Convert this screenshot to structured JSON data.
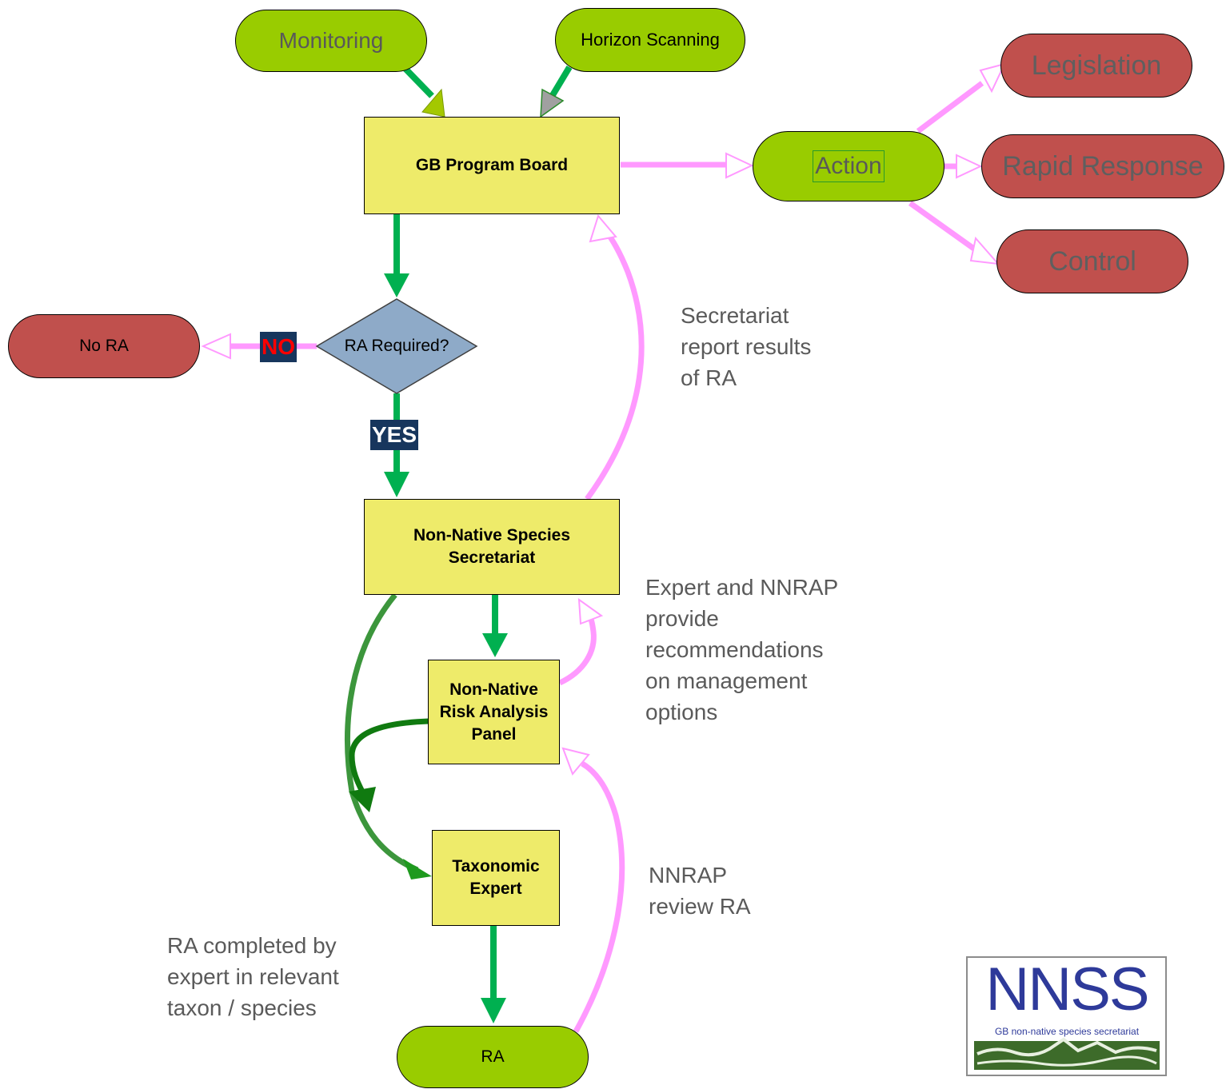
{
  "nodes": {
    "monitoring": "Monitoring",
    "horizon_scanning": "Horizon Scanning",
    "gb_program_board": "GB Program Board",
    "action": "Action",
    "legislation": "Legislation",
    "rapid_response": "Rapid Response",
    "control": "Control",
    "no_ra": "No RA",
    "ra_required": "RA Required?",
    "secretariat": [
      "Non-Native Species",
      "Secretariat"
    ],
    "risk_panel": [
      "Non-Native",
      "Risk Analysis",
      "Panel"
    ],
    "taxonomic_expert": [
      "Taxonomic",
      "Expert"
    ],
    "ra": "RA"
  },
  "decisions": {
    "no": "NO",
    "yes": "YES"
  },
  "notes": {
    "secretariat_report": [
      "Secretariat",
      "report results",
      "of RA"
    ],
    "expert_nnrap": [
      "Expert and NNRAP",
      "provide",
      "recommendations",
      "on management",
      "options"
    ],
    "nnrap_review": [
      "NNRAP",
      "review RA"
    ],
    "ra_completed": [
      "RA completed by",
      "expert in relevant",
      "taxon / species"
    ]
  },
  "logo": {
    "title": "NNSS",
    "subtitle": "GB non-native species secretariat"
  },
  "colors": {
    "start_green": "#99cc00",
    "terminal_red": "#c0504d",
    "process_yellow": "#eeeb6a",
    "decision_blue": "#8eaac8",
    "flow_green": "#00b050",
    "feedback_pink": "#ff99ff",
    "tag_navy": "#17365d",
    "no_red": "#ff0000",
    "logo_blue": "#2e3a9a"
  }
}
